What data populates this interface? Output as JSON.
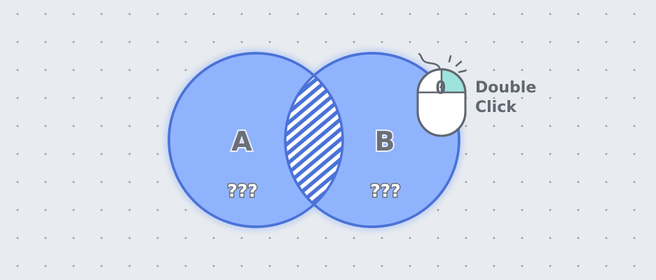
{
  "venn": {
    "set_a": {
      "label": "A",
      "value": "???"
    },
    "set_b": {
      "label": "B",
      "value": "???"
    }
  },
  "hint": {
    "counter": "0",
    "line1": "Double",
    "line2": "Click",
    "icon": "mouse-double-click-icon"
  },
  "colors": {
    "background": "#e8ebef",
    "circle_fill": "#90b3fd",
    "circle_stroke": "#4a72d8",
    "mouse_button_highlight": "#9ee3dd",
    "text": "#616770"
  }
}
